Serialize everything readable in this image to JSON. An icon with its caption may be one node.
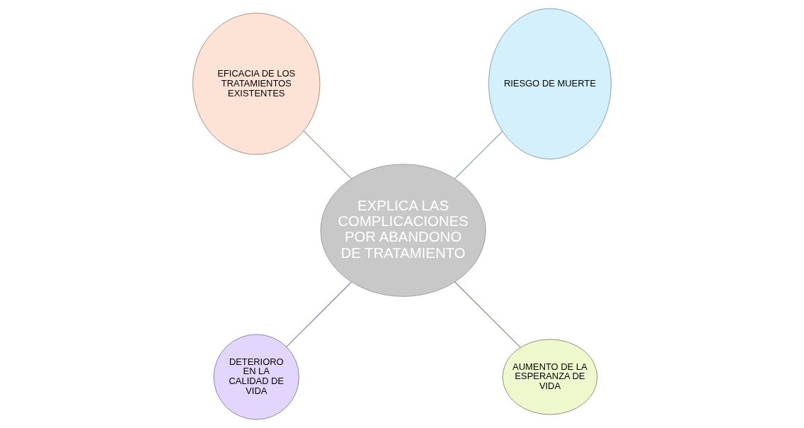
{
  "diagram": {
    "nodes": [
      {
        "text": [
          "RIESGO DE MUERTE"
        ]
      },
      {
        "text": [
          "EXPLICA LAS COMPLICACIONES POR ABANDONO DE TRATAMIENTO"
        ]
      },
      {
        "text": [
          "EFICACIA DE LOS TRATAMIENTOS EXISTENTES"
        ]
      },
      {
        "text": [
          "DETERIORO EN LA CALIDAD DE VIDA"
        ]
      },
      {
        "text": [
          "AUMENTO DE LA ESPERANZA DE VIDA"
        ]
      }
    ],
    "edges": [
      {
        "from": 1,
        "to": 0,
        "arrow": "none",
        "color": "#7f9aaa"
      },
      {
        "from": 1,
        "to": 2,
        "arrow": "none",
        "color": "#a08b7c"
      },
      {
        "from": 1,
        "to": 3,
        "arrow": "none",
        "color": "#8080a8"
      },
      {
        "from": 1,
        "to": 4,
        "arrow": "none",
        "color": "#8a8a70"
      }
    ]
  }
}
